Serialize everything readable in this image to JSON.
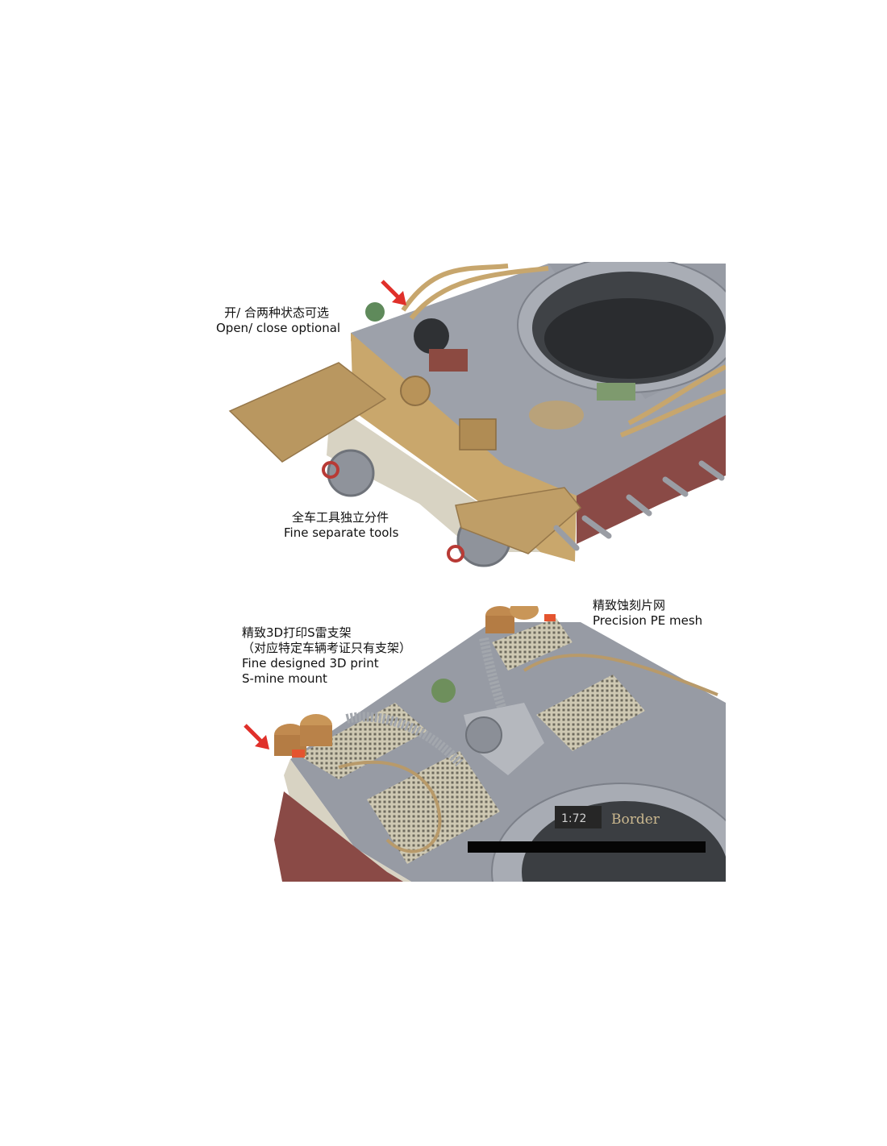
{
  "colors": {
    "background": "#ffffff",
    "hull_grey": "#8e929b",
    "hull_grey_light": "#a2a6ae",
    "armor_tan": "#c9a76c",
    "armor_tan_dark": "#ad8a52",
    "primer_red": "#8a4a46",
    "side_beige": "#d8d3c3",
    "arrow_red": "#e0302a",
    "dark_green": "#6f8a64"
  },
  "panel_top": {
    "caption_open": {
      "zh": "开/ 合两种状态可选",
      "en": "Open/ close optional"
    },
    "caption_tools": {
      "zh": "全车工具独立分件",
      "en": "Fine separate tools"
    },
    "arrow_icon": "red-arrow-icon"
  },
  "panel_bottom": {
    "caption_mesh": {
      "zh": "精致蚀刻片网",
      "en": "Precision PE mesh"
    },
    "caption_mount": {
      "zh1": "精致3D打印S雷支架",
      "zh2": "（对应特定车辆考证只有支架）",
      "en1": "Fine designed 3D print",
      "en2": "S-mine mount"
    },
    "scale_badge": "1:72",
    "brand_logo": "Border",
    "arrow_icon": "red-arrow-icon"
  }
}
